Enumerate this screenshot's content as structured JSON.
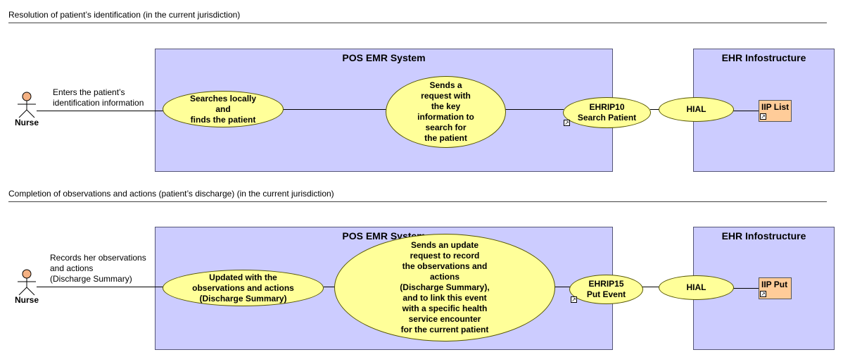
{
  "sections": [
    {
      "title": "Resolution of patient’s identification (in the current jurisdiction)",
      "actor": "Nurse",
      "actor_note": "Enters the patient’s\nidentification information",
      "system_title": "POS EMR System",
      "ehr_title": "EHR Infostructure",
      "local_usecase": "Searches locally\nand\nfinds the patient",
      "request_usecase": "Sends a\nrequest with\nthe key\ninformation to\nsearch for\nthe patient",
      "interaction": "EHRIP10\nSearch Patient",
      "hial": "HIAL",
      "component": "IIP List"
    },
    {
      "title": "Completion of observations and actions (patient’s discharge) (in the current jurisdiction)",
      "actor": "Nurse",
      "actor_note": "Records her observations\nand actions\n(Discharge Summary)",
      "system_title": "POS EMR System",
      "ehr_title": "EHR Infostructure",
      "local_usecase": "Updated with the\nobservations and actions\n(Discharge Summary)",
      "request_usecase": "Sends an update\nrequest to record\nthe observations and\nactions\n(Discharge Summary),\nand to link this event\nwith a specific health\nservice encounter\nfor the current patient",
      "interaction": "EHRIP15\nPut Event",
      "hial": "HIAL",
      "component": "IIP Put"
    }
  ],
  "colors": {
    "system_fill": "#ccccff",
    "usecase_fill": "#ffff99",
    "component_fill": "#ffcc99",
    "actor_head": "#f4b183"
  },
  "icons": [
    "actor-stick-figure-icon",
    "link-arrow-icon"
  ]
}
